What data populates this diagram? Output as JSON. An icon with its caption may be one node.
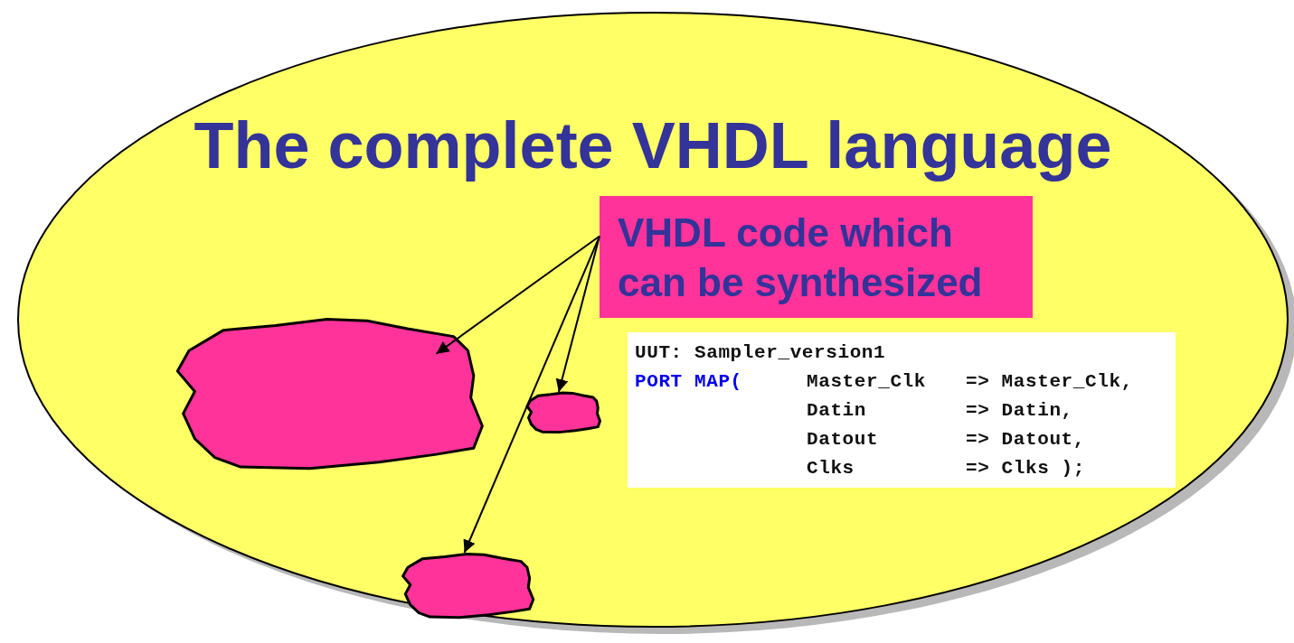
{
  "diagram": {
    "nodes": [
      {
        "text": [
          "The complete VHDL language"
        ]
      },
      {
        "text": [
          "VHDL code which can be synthesized"
        ],
        "in": 0
      },
      {
        "text": [],
        "shape": "blob",
        "in": 0
      },
      {
        "text": [],
        "shape": "blob",
        "in": 0
      },
      {
        "text": [],
        "shape": "blob",
        "in": 0
      },
      {
        "text": [
          "UUT: Sampler_version1",
          "PORT MAP(",
          "Master_Clk",
          "=> Master_Clk,",
          "Datin",
          "=> Datin,",
          "Datout",
          "=> Datout,",
          "Clks",
          "=> Clks );"
        ],
        "in": 0
      }
    ],
    "edges": [
      {
        "from": 1,
        "to": 2,
        "arrow": "to"
      },
      {
        "from": 1,
        "to": 3,
        "arrow": "to"
      },
      {
        "from": 1,
        "to": 4,
        "arrow": "to"
      }
    ]
  }
}
